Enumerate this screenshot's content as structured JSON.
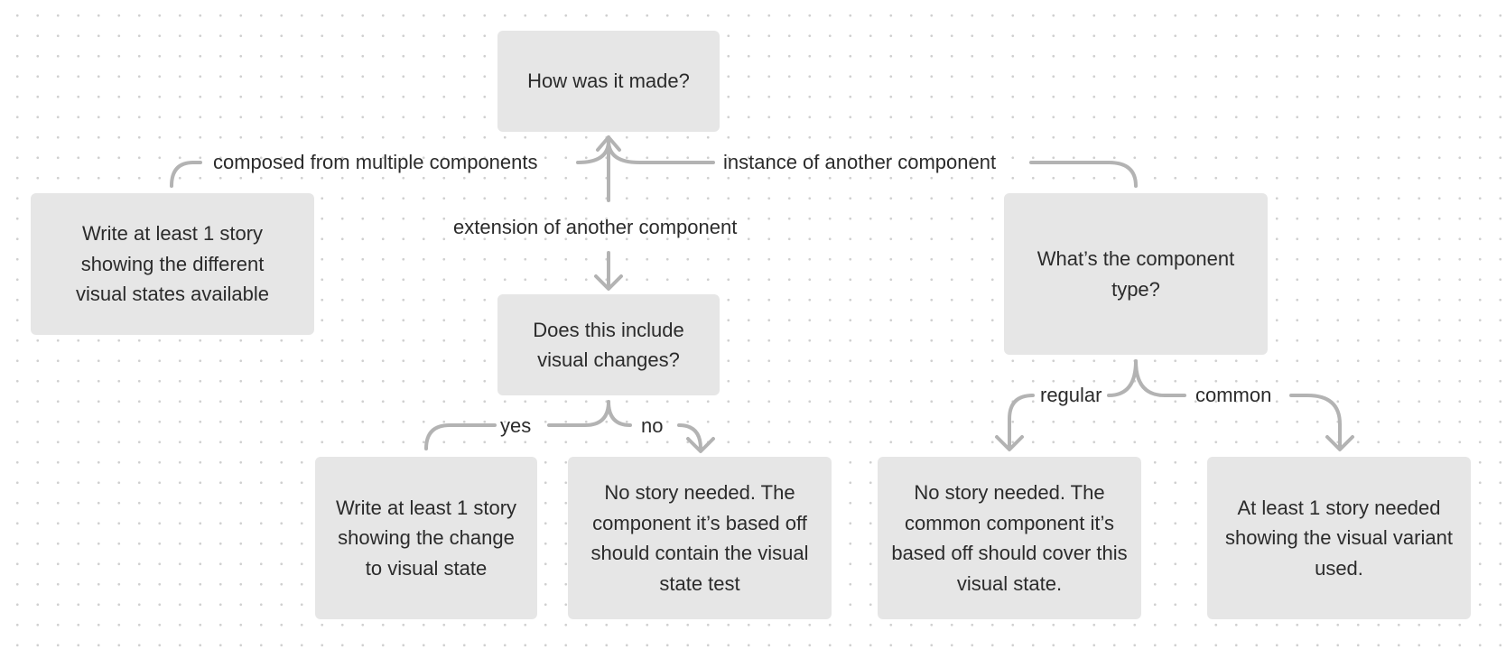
{
  "nodes": {
    "root": "How was it made?",
    "composed_result": "Write at least 1 story showing the different visual states available",
    "visual_changes_question": "Does this include visual changes?",
    "component_type_question": "What’s the component type?",
    "yes_result": "Write at least 1 story showing the change to visual state",
    "no_result": "No story needed. The component it’s based off should contain the visual state test",
    "regular_result": "No story needed. The common component it’s based off should cover this visual state.",
    "common_result": "At least 1 story needed showing the visual variant used."
  },
  "edges": {
    "composed": "composed from multiple components",
    "extension": "extension of another component",
    "instance": "instance of another component",
    "yes": "yes",
    "no": "no",
    "regular": "regular",
    "common": "common"
  },
  "colors": {
    "node_fill": "#e6e6e6",
    "connector": "#b3b3b3",
    "text": "#2b2b2b",
    "dot_grid": "#cfcfcf"
  }
}
